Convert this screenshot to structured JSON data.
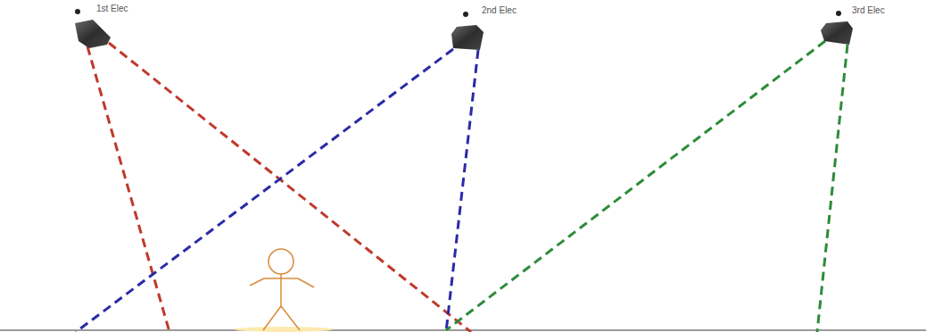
{
  "diagram": {
    "labels": [
      "1st Elec",
      "2nd Elec",
      "3rd Elec"
    ]
  }
}
